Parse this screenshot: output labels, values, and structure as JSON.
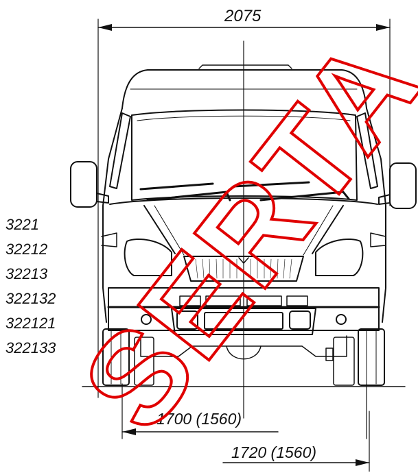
{
  "dimensions": {
    "overall_width": "2075",
    "front_track": "1700 (1560)",
    "rear_track": "1720 (1560)"
  },
  "models": [
    "3221",
    "32212",
    "32213",
    "322132",
    "322121",
    "322133"
  ],
  "watermark": "SERTA",
  "colors": {
    "line": "#111111",
    "watermark": "#e00000",
    "background": "#ffffff"
  }
}
